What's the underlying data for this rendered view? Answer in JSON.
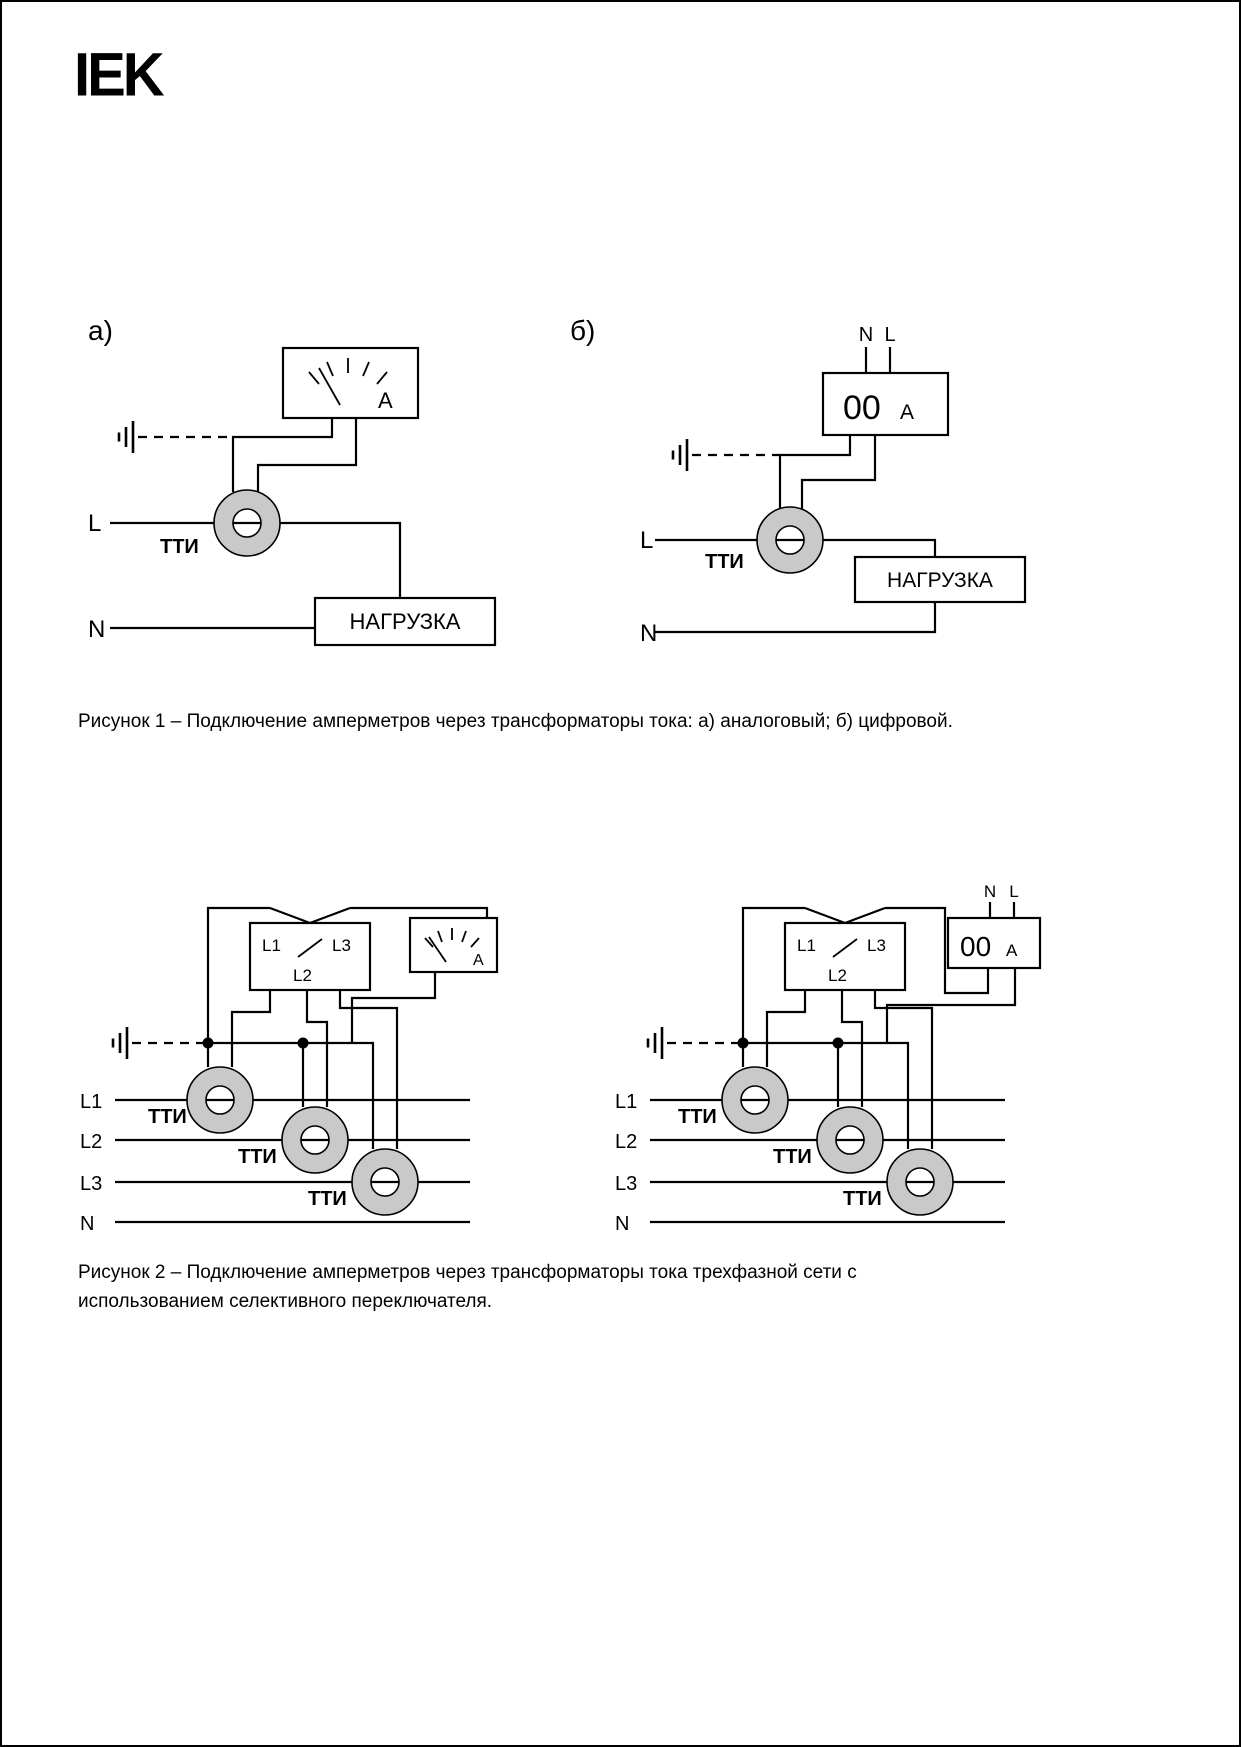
{
  "page": {
    "logo_text": "IEK"
  },
  "figure1": {
    "label_a": "а)",
    "label_b": "б)",
    "caption": "Рисунок 1 – Подключение амперметров через трансформаторы тока: а) аналоговый; б) цифровой.",
    "analog": {
      "meter_letter": "А",
      "phase_label": "L",
      "neutral_label": "N",
      "ct_label": "ТТИ",
      "load_label": "НАГРУЗКА"
    },
    "digital": {
      "supply_n": "N",
      "supply_l": "L",
      "meter_value": "00",
      "meter_letter": "А",
      "phase_label": "L",
      "neutral_label": "N",
      "ct_label": "ТТИ",
      "load_label": "НАГРУЗКА"
    }
  },
  "figure2": {
    "caption": "Рисунок 2 – Подключение амперметров через трансформаторы тока трехфазной сети с использованием селективного переключателя.",
    "analog": {
      "selector_l1": "L1",
      "selector_l2": "L2",
      "selector_l3": "L3",
      "meter_letter": "А",
      "ct_label": "ТТИ",
      "phases": [
        "L1",
        "L2",
        "L3",
        "N"
      ]
    },
    "digital": {
      "selector_l1": "L1",
      "selector_l2": "L2",
      "selector_l3": "L3",
      "supply_n": "N",
      "supply_l": "L",
      "meter_value": "00",
      "meter_letter": "А",
      "ct_label": "ТТИ",
      "phases": [
        "L1",
        "L2",
        "L3",
        "N"
      ]
    }
  }
}
